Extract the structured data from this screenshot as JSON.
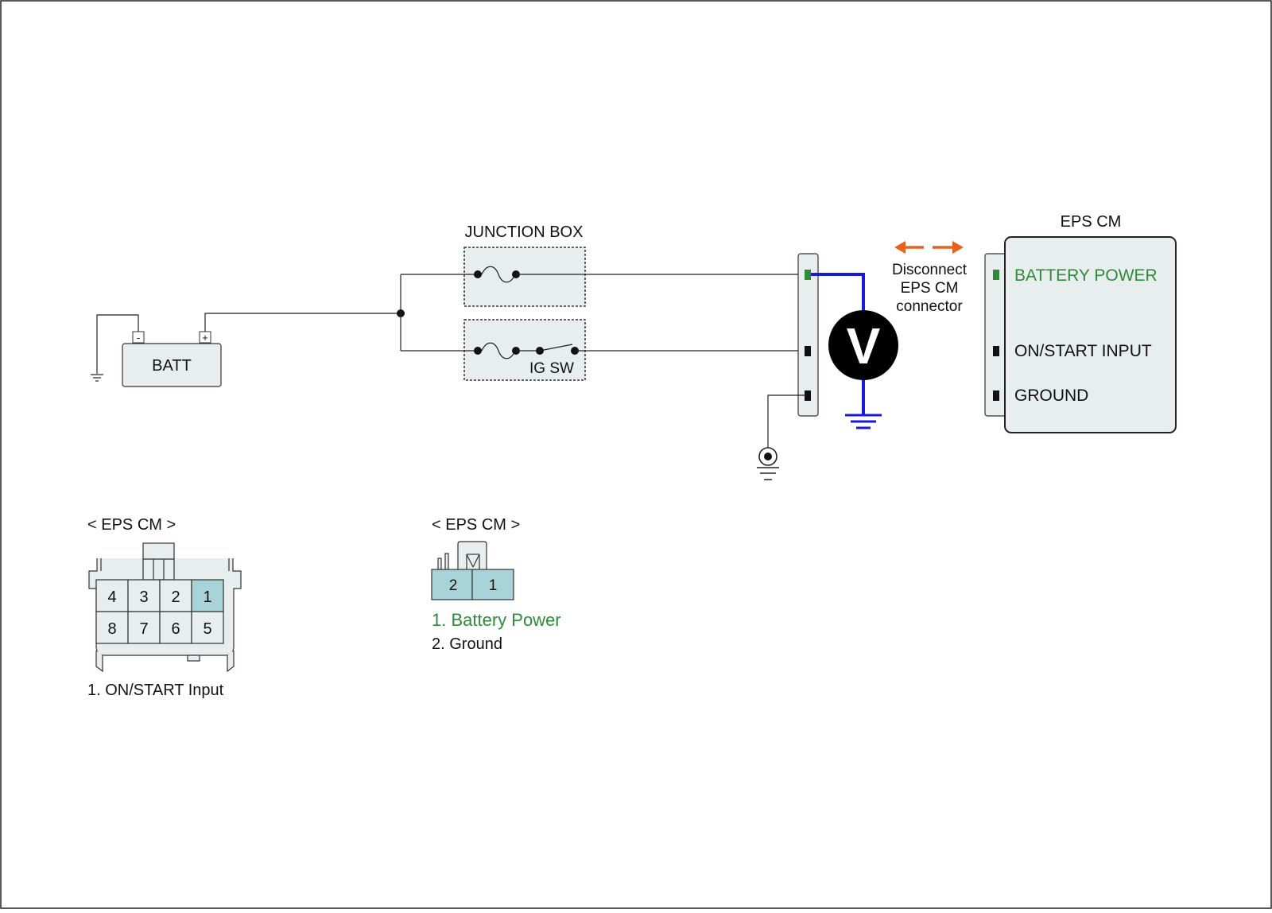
{
  "colors": {
    "accent_green": "#2e8b3a",
    "probe_blue": "#1a1adf",
    "arrow_orange": "#e8621e",
    "component_fill": "#e8eded",
    "pin_highlight": "#a8d3d8"
  },
  "circuit": {
    "battery_label": "BATT",
    "battery_neg": "-",
    "battery_pos": "+",
    "junction_box_label": "JUNCTION BOX",
    "ig_sw_label": "IG SW",
    "voltmeter_label": "V",
    "disconnect_note": [
      "Disconnect",
      "EPS CM",
      "connector"
    ],
    "module": {
      "title": "EPS CM",
      "pins": [
        {
          "label": "BATTERY POWER",
          "highlight": true
        },
        {
          "label": "ON/START INPUT",
          "highlight": false
        },
        {
          "label": "GROUND",
          "highlight": false
        }
      ]
    }
  },
  "connector_a": {
    "title": "< EPS CM >",
    "pins_top": [
      "4",
      "3",
      "2",
      "1"
    ],
    "pins_bottom": [
      "8",
      "7",
      "6",
      "5"
    ],
    "legend": [
      "1. ON/START Input"
    ]
  },
  "connector_b": {
    "title": "< EPS CM >",
    "pins": [
      "2",
      "1"
    ],
    "legend": [
      {
        "text": "1. Battery Power",
        "highlight": true
      },
      {
        "text": "2. Ground",
        "highlight": false
      }
    ]
  }
}
